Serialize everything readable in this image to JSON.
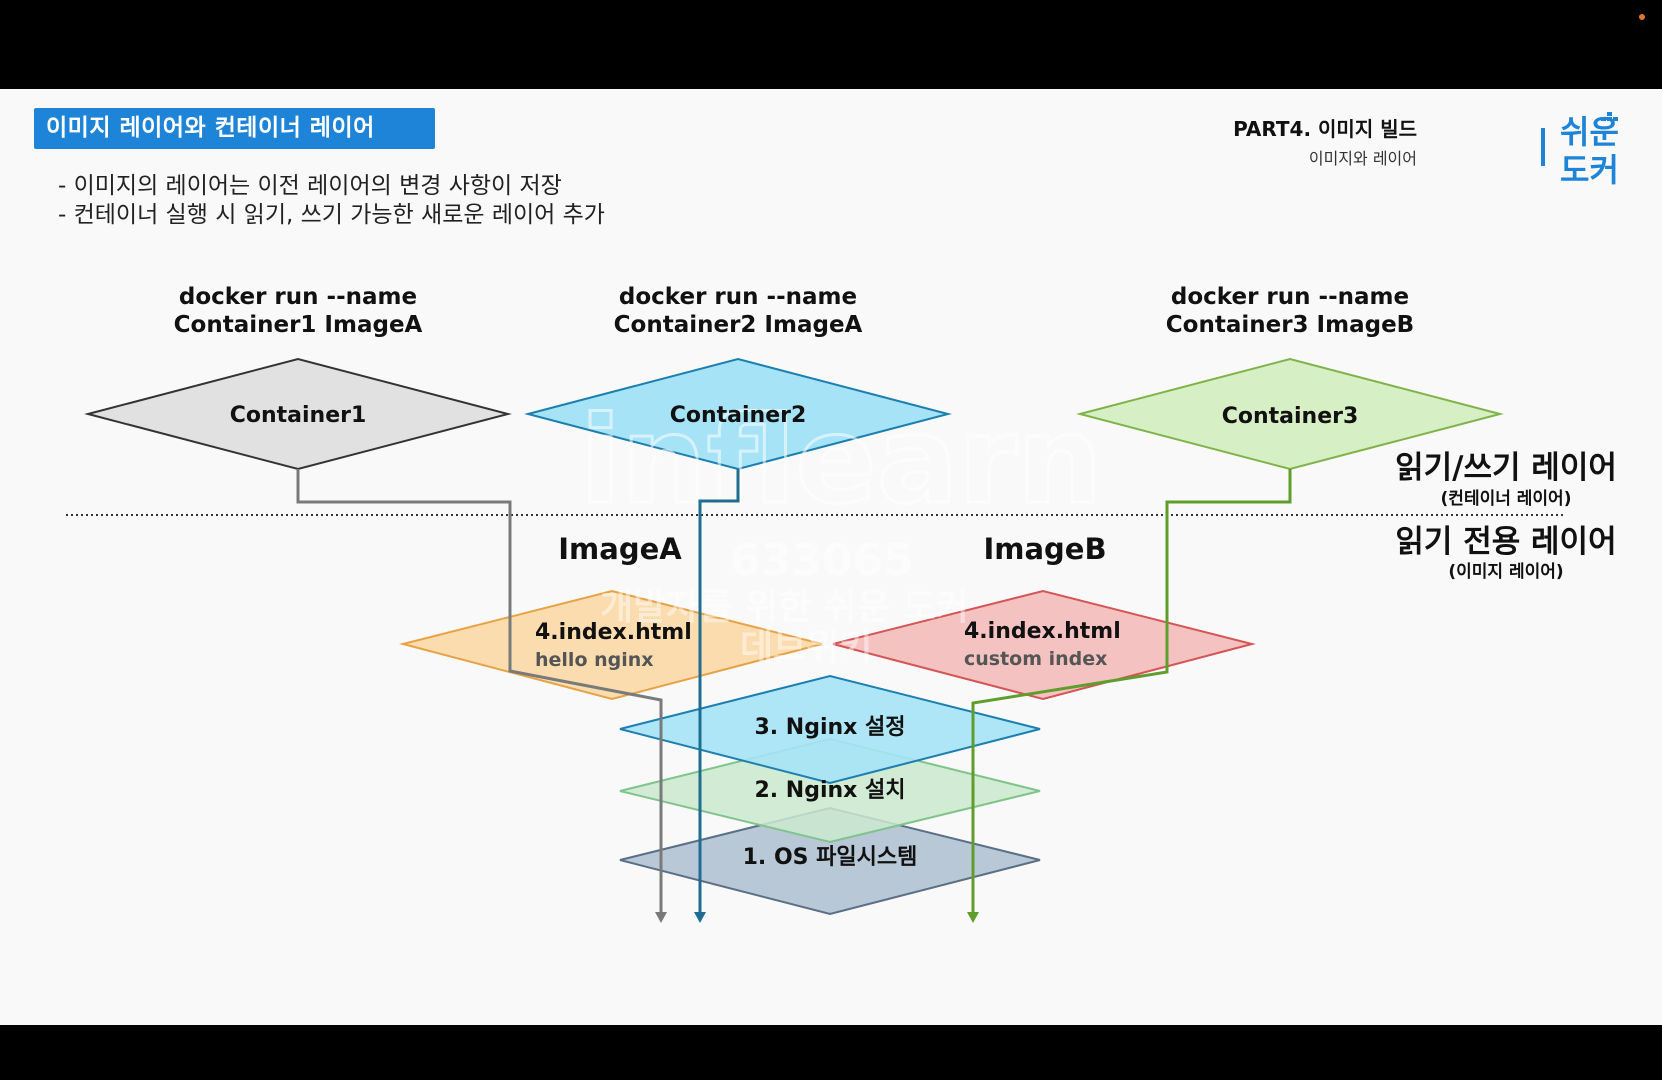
{
  "title": "이미지 레이어와 컨테이너 레이어",
  "bullets": [
    "- 이미지의 레이어는 이전 레이어의 변경 사항이 저장",
    "- 컨테이너 실행 시 읽기, 쓰기 가능한 새로운 레이어 추가"
  ],
  "header": {
    "part": "PART4. 이미지 빌드",
    "subtitle": "이미지와 레이어",
    "brand_line1": "쉬운",
    "brand_line2": "도커"
  },
  "commands": [
    {
      "line1": "docker run --name",
      "line2": "Container1 ImageA"
    },
    {
      "line1": "docker run --name",
      "line2": "Container2 ImageA"
    },
    {
      "line1": "docker run --name",
      "line2": "Container3 ImageB"
    }
  ],
  "containers": [
    {
      "label": "Container1",
      "fill": "#e1e1e1",
      "stroke": "#333333",
      "line": "#7a7a7a"
    },
    {
      "label": "Container2",
      "fill": "#a6e3f6",
      "stroke": "#1c7fb0",
      "line": "#1f6d91"
    },
    {
      "label": "Container3",
      "fill": "#d6efc4",
      "stroke": "#7fb34a",
      "line": "#5f9e2c"
    }
  ],
  "images": {
    "a": "ImageA",
    "b": "ImageB"
  },
  "layers": {
    "a4": {
      "title": "4.index.html",
      "sub": "hello nginx",
      "fill": "#fbdcaf",
      "stroke": "#e6a245"
    },
    "b4": {
      "title": "4.index.html",
      "sub": "custom index",
      "fill": "#f5c2c2",
      "stroke": "#d45555"
    },
    "l3": {
      "title": "3. Nginx 설정",
      "fill": "#a6e3f6",
      "stroke": "#1c7fb0"
    },
    "l2": {
      "title": "2. Nginx 설치",
      "fill": "#cbe9cf",
      "stroke": "#7fc48a"
    },
    "l1": {
      "title": "1. OS 파일시스템",
      "fill": "#b9c8d7",
      "stroke": "#5a6f86"
    }
  },
  "side_labels": {
    "rw": "읽기/쓰기 레이어",
    "rw_sub": "(컨테이너 레이어)",
    "ro": "읽기 전용 레이어",
    "ro_sub": "(이미지 레이어)"
  },
  "watermark": {
    "logo": "inflearn",
    "id": "633065",
    "line1": "개발자를 위한 쉬운 도커",
    "line2": "데브위키"
  }
}
